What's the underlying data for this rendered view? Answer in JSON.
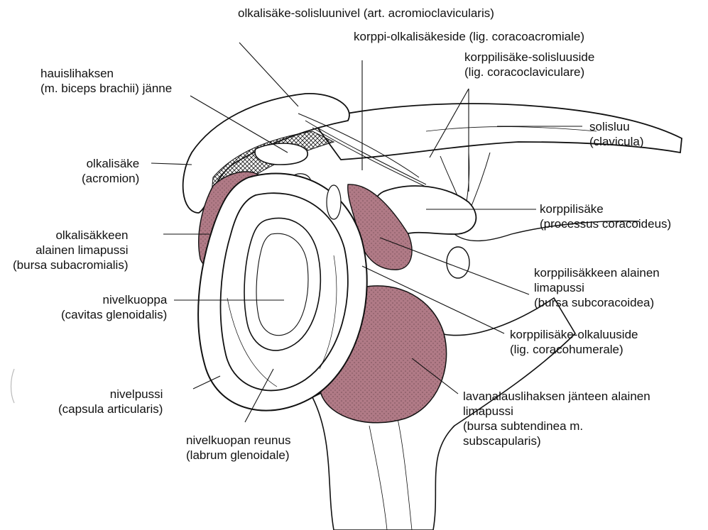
{
  "colors": {
    "bursa_fill": "#b07a86",
    "bone_fill": "#ffffff",
    "ink": "#111111",
    "hatch": "#3a3a3a"
  },
  "labels": {
    "acromioclavicular": {
      "line1": "olkalisäke-solisluunivel (art. acromioclavicularis)"
    },
    "coracoacromial": {
      "line1": "korppi-olkalisäkeside (lig. coracoacromiale)"
    },
    "coracoclavicular": {
      "line1": "korppilisäke-solisluuside",
      "line2": "(lig. coracoclaviculare)"
    },
    "biceps": {
      "line1": "hauislihaksen",
      "line2": "(m. biceps brachii) jänne"
    },
    "clavicle": {
      "line1": "solisluu",
      "line2": "(clavicula)"
    },
    "acromion": {
      "line1": "olkalisäke",
      "line2": "(acromion)"
    },
    "coracoid": {
      "line1": "korppilisäke",
      "line2": "(processus coracoideus)"
    },
    "subacromial": {
      "line1": "olkalisäkkeen",
      "line2": "alainen limapussi",
      "line3": "(bursa subacromialis)"
    },
    "subcoracoid": {
      "line1": "korppilisäkkeen alainen",
      "line2": "limapussi",
      "line3": "(bursa subcoracoidea)"
    },
    "glenoid": {
      "line1": "nivelkuoppa",
      "line2": "(cavitas glenoidalis)"
    },
    "coracohumeral": {
      "line1": "korppilisäke-olkaluuside",
      "line2": "(lig. coracohumerale)"
    },
    "capsule": {
      "line1": "nivelpussi",
      "line2": "(capsula articularis)"
    },
    "subscapular": {
      "line1": "lavanalauslihaksen jänteen alainen",
      "line2": "limapussi",
      "line3": "(bursa subtendinea m.",
      "line4": "subscapularis)"
    },
    "labrum": {
      "line1": "nivelkuopan reunus",
      "line2": "(labrum glenoidale)"
    }
  }
}
